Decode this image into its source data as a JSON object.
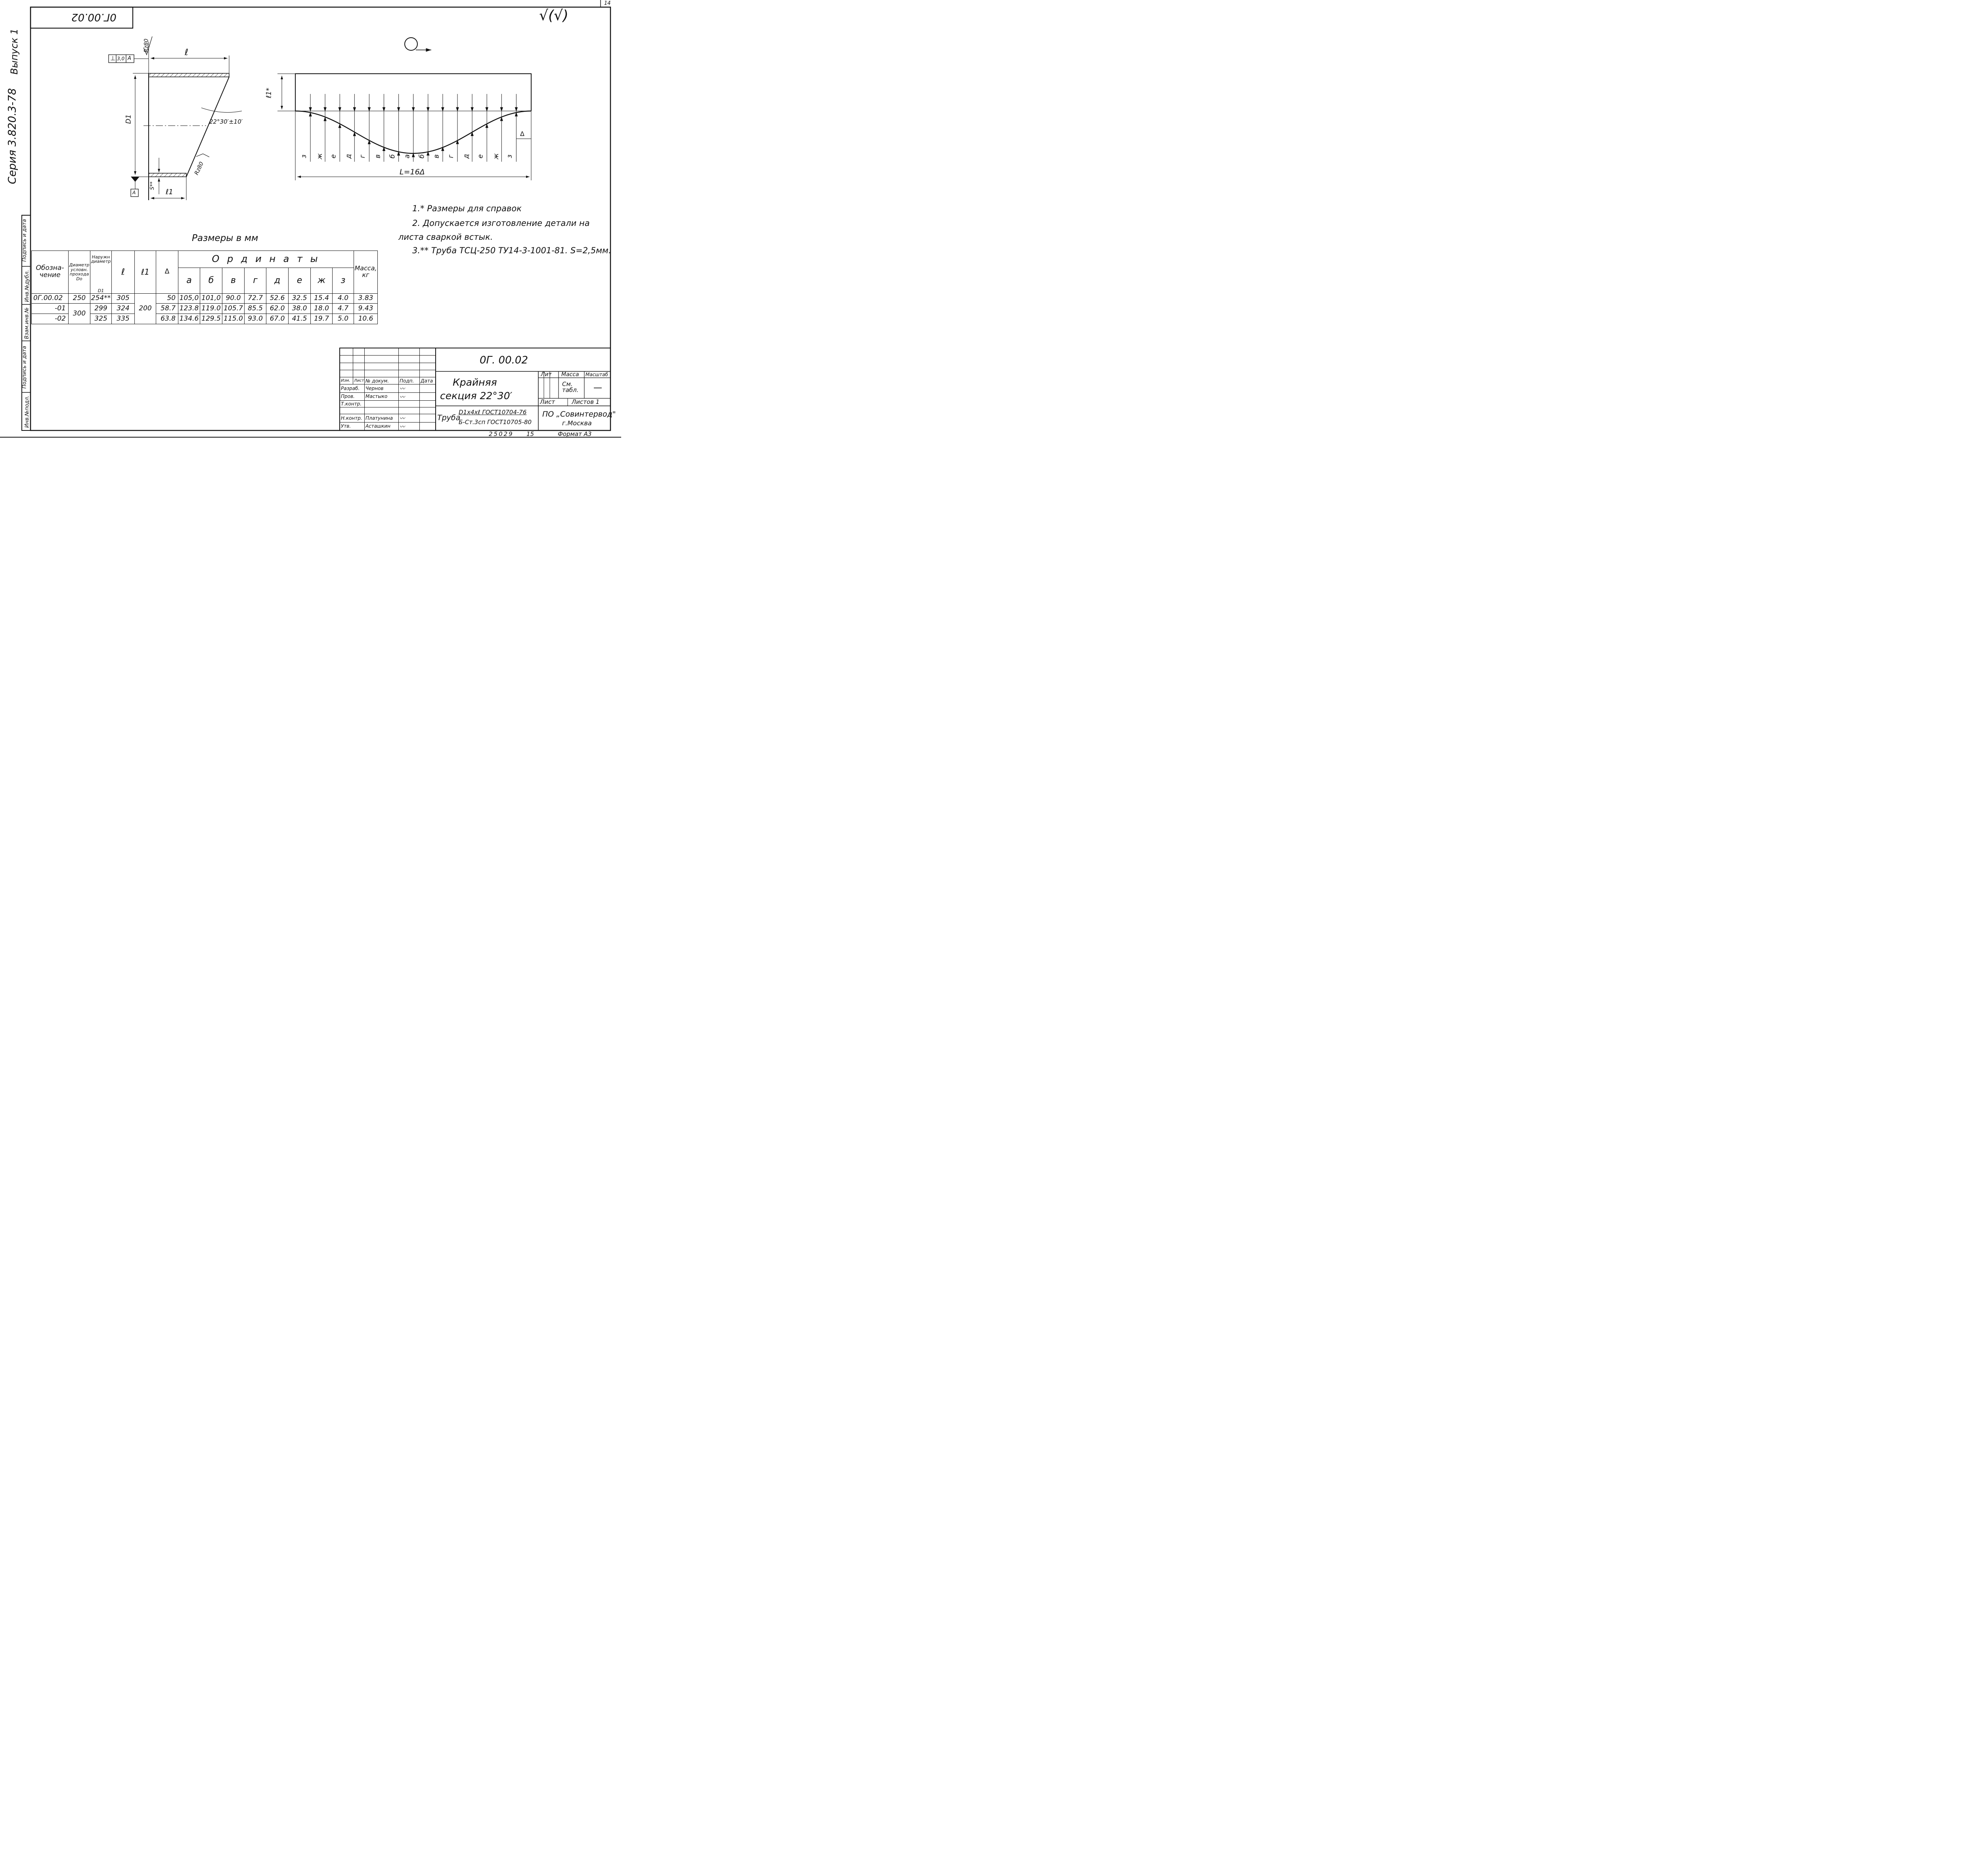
{
  "sheet_number": "14",
  "designation_box": "0Г.00.02",
  "roughness_mark": "√(√)",
  "side_labels": {
    "issue": "Выпуск 1",
    "series": "Серия 3.820.3-78",
    "stamp_cells": [
      "Подпись и дата",
      "Инв.№дубл.",
      "Взам.инв.№",
      "Подпись и дата",
      "Инв.№подл."
    ]
  },
  "detail_drawing": {
    "tolerance_frame": [
      "⊥",
      "3,0",
      "A"
    ],
    "roughness_top": "Rz80",
    "roughness_side": "Rz80",
    "dim_l": "ℓ",
    "dim_D1": "D1",
    "angle": "22°30′±10′",
    "dim_s": "S**",
    "dim_l1": "ℓ1",
    "datum": "A"
  },
  "development": {
    "dim_l1": "ℓ1*",
    "ordinate_letters": [
      "з",
      "ж",
      "е",
      "д",
      "г",
      "в",
      "б",
      "а",
      "б",
      "в",
      "г",
      "д",
      "е",
      "ж",
      "з"
    ],
    "delta": "Δ",
    "length_label": "L=16Δ"
  },
  "notes": [
    "1.* Размеры для справок",
    "2. Допускается изготовление детали на",
    "листа сваркой встык.",
    "3.** Труба ТСЦ-250 ТУ14-3-1001-81. S=2,5мм."
  ],
  "table_caption": "Размеры в мм",
  "table": {
    "h_designation": "Обозна-чение",
    "h_dn": "Диаметр условн. прохода Dо",
    "h_outer": "Наружн диаметр",
    "h_d1": "D1",
    "h_l": "ℓ",
    "h_l1": "ℓ1",
    "h_delta": "Δ",
    "h_ordinates": "О р д и н а т ы",
    "ordinate_letters": [
      "а",
      "б",
      "в",
      "г",
      "д",
      "е",
      "ж",
      "з"
    ],
    "h_mass": "Масса, кг",
    "rows": [
      {
        "designation": "0Г.00.02",
        "dn": "250",
        "d1": "254**",
        "l": "305",
        "l1": "",
        "delta": "50",
        "ord": [
          "105,0",
          "101,0",
          "90.0",
          "72.7",
          "52.6",
          "32.5",
          "15.4",
          "4.0"
        ],
        "mass": "3.83"
      },
      {
        "designation": "-01",
        "dn": "300",
        "d1": "299",
        "l": "324",
        "l1": "200",
        "delta": "58.7",
        "ord": [
          "123.8",
          "119.0",
          "105.7",
          "85.5",
          "62.0",
          "38.0",
          "18.0",
          "4.7"
        ],
        "mass": "9.43"
      },
      {
        "designation": "-02",
        "dn": "",
        "d1": "325",
        "l": "335",
        "l1": "",
        "delta": "63.8",
        "ord": [
          "134.6",
          "129.5",
          "115.0",
          "93.0",
          "67.0",
          "41.5",
          "19.7",
          "5.0"
        ],
        "mass": "10.6"
      }
    ]
  },
  "title_block": {
    "code": "0Г. 00.02",
    "title_line1": "Крайняя",
    "title_line2": "секция  22°30′",
    "material_prefix": "Труба",
    "material_line1": "D1x4xℓ ГОСТ10704-76",
    "material_line2": "Б-Ст.3сп ГОСТ10705-80",
    "h_lit": "Лит",
    "h_mass": "Масса",
    "h_scale": "Масштаб",
    "mass_value": "См. табл.",
    "scale_value": "—",
    "sheet": "Лист",
    "sheets": "Листов 1",
    "org_line1": "ПО „Совинтервод\"",
    "org_line2": "г.Москва",
    "stamp_headers": [
      "Изм.",
      "Лист",
      "№ докум.",
      "Подп.",
      "Дата"
    ],
    "stamp_roles": [
      "Разраб.",
      "Пров.",
      "Т.контр.",
      "",
      "Н.контр.",
      "Утв."
    ],
    "stamp_names": [
      "Чернов",
      "Мастыко",
      "",
      "",
      "Платунина",
      "Асташкин"
    ]
  },
  "footer": {
    "inventory": "25029",
    "page": "15",
    "format": "Формат А3"
  }
}
